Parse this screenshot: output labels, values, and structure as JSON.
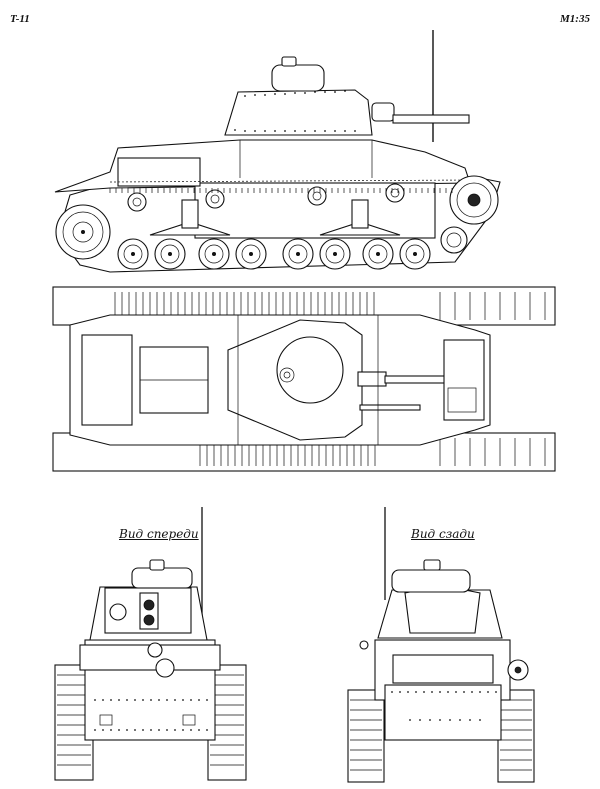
{
  "header": {
    "model": "T-11",
    "scale": "M1:35"
  },
  "views": {
    "side": {
      "name": "side-view"
    },
    "top": {
      "name": "top-view"
    },
    "front": {
      "caption": "Вид спереди"
    },
    "rear": {
      "caption": "Вид сзади"
    }
  },
  "colors": {
    "line": "#111111",
    "background": "#ffffff"
  }
}
